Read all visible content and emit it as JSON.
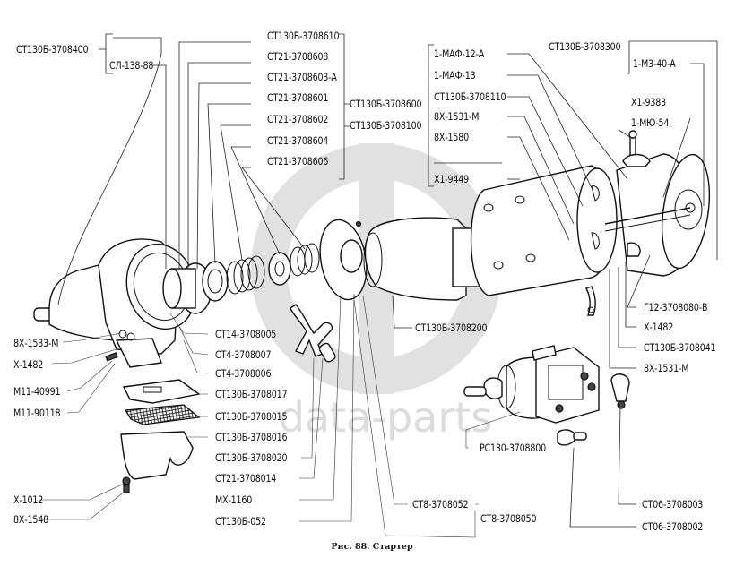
{
  "figure": {
    "caption": "Рис. 88. Стартер",
    "watermark": "data-parts",
    "watermark_color": "#d9d9d9"
  },
  "labels": {
    "left_top": {
      "assembly": "СТ130Б-3708400",
      "sl": "СЛ-138-88"
    },
    "drive_group": {
      "items": [
        "СТ130Б-3708610",
        "СТ21-3708608",
        "СТ21-3708603-А",
        "СТ21-3708601",
        "СТ21-3708602",
        "СТ21-3708604",
        "СТ21-3708606"
      ],
      "assembly_a": "СТ130Б-3708600",
      "assembly_b": "СТ130Б-3708100"
    },
    "right_top": {
      "items": [
        "1-МАФ-12-А",
        "1-МАФ-13",
        "СТ130Б-3708110",
        "8Х-1531-М",
        "8Х-1580",
        "Х1-9449"
      ],
      "assembly": "СТ130Б-3708300",
      "m3": "1-М3-40-А",
      "x1_9383": "Х1-9383",
      "mu54": "1-МЮ-54"
    },
    "right_mid": {
      "items": [
        "Г12-3708080-В",
        "Х-1482",
        "СТ130Б-3708041",
        "8Х-1531-М"
      ]
    },
    "armature": "СТ130Б-3708200",
    "left_bottom": {
      "items": [
        "8Х-1533-М",
        "Х-1482",
        "М11-40991",
        "М11-90118"
      ]
    },
    "center_bottom": {
      "items": [
        "СТ14-3708005",
        "СТ4-3708007",
        "СТ4-3708006",
        "СТ130Б-3708017",
        "СТ130Б-3708015",
        "СТ130Б-3708016",
        "СТ130Б-3708020",
        "СТ21-3708014",
        "МХ-1160",
        "СТ130Б-052"
      ]
    },
    "screws": {
      "items": [
        "Х-1012",
        "8Х-1548"
      ]
    },
    "bracket": {
      "item": "СТ8-3708052",
      "assembly": "СТ8-3708050"
    },
    "relay": "РС130-3708800",
    "caps": {
      "items": [
        "СТ06-3708003",
        "СТ06-3708002"
      ]
    }
  }
}
